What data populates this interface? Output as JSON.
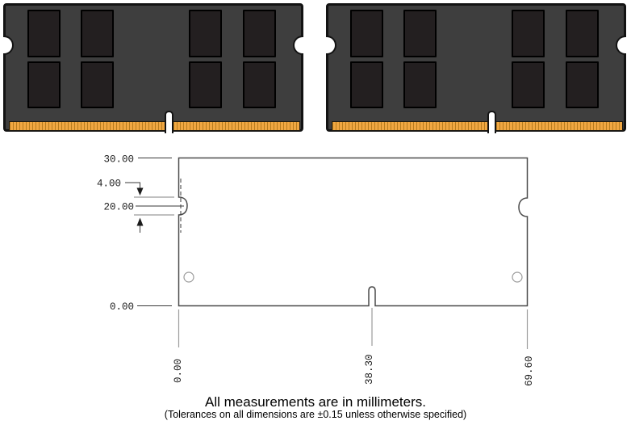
{
  "colors": {
    "pcb": "#3e3e3e",
    "chip": "#231f20",
    "board-edge": "#131313",
    "gold": "#f0a742",
    "pin-stripe": "#b77c1d",
    "drawing-outline": "#4a4a4a",
    "line": "#3a3a3a",
    "ext-line": "#9b9b9b",
    "dim-text": "#1c1c1c"
  },
  "drawing": {
    "y_top": "30.00",
    "notch_height": "4.00",
    "notch_center": "20.00",
    "y_bottom": "0.00",
    "x_left": "0.00",
    "x_key_notch": "38.30",
    "x_right": "69.60"
  },
  "footer": {
    "units": "All measurements are in millimeters.",
    "tolerance": "(Tolerances on all dimensions are ±0.15 unless otherwise specified)"
  }
}
